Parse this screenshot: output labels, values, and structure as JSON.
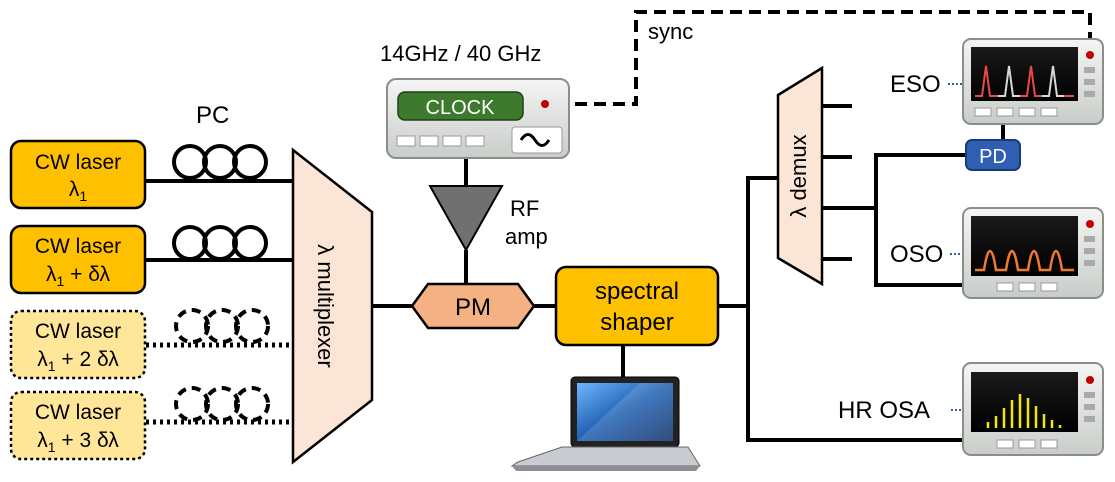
{
  "lasers": [
    {
      "title": "CW laser",
      "wavelength": "λ",
      "subscript": "1",
      "offset": "",
      "style": "solid"
    },
    {
      "title": "CW laser",
      "wavelength": "λ",
      "subscript": "1",
      "offset": " + δλ",
      "style": "solid"
    },
    {
      "title": "CW laser",
      "wavelength": "λ",
      "subscript": "1",
      "offset": " + 2 δλ",
      "style": "dashed"
    },
    {
      "title": "CW laser",
      "wavelength": "λ",
      "subscript": "1",
      "offset": " + 3 δλ",
      "style": "dashed"
    }
  ],
  "labels": {
    "pc": "PC",
    "multiplexer": "λ multiplexer",
    "clock_freq": "14GHz / 40 GHz",
    "clock": "CLOCK",
    "rf_amp_line1": "RF",
    "rf_amp_line2": "amp",
    "pm": "PM",
    "spectral_shaper_line1": "spectral",
    "spectral_shaper_line2": "shaper",
    "demux": "λ demux",
    "sync": "sync",
    "eso": "ESO",
    "pd": "PD",
    "oso": "OSO",
    "hr_osa": "HR OSA"
  },
  "colors": {
    "laser_fill": "#ffc000",
    "laser_fill_dim": "#ffe699",
    "mux_fill": "#fbe5d6",
    "pm_fill": "#f4b183",
    "shaper_fill": "#ffc000",
    "pd_fill": "#2f5fb3",
    "clock_display": "#3d7a2e",
    "amp_fill": "#707070"
  }
}
